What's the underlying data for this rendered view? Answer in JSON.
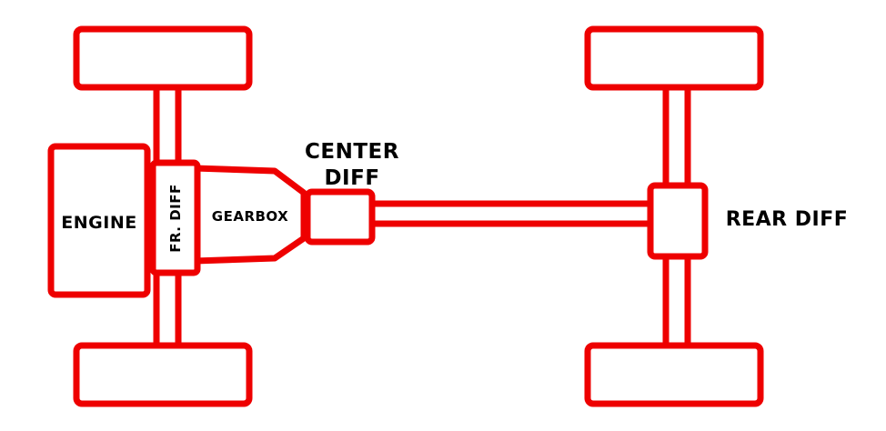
{
  "labels": {
    "engine": "ENGINE",
    "front_diff": "FR. DIFF",
    "gearbox": "GEARBOX",
    "center_diff_line1": "CENTER",
    "center_diff_line2": "DIFF",
    "rear_diff": "REAR DIFF"
  },
  "colors": {
    "outline": "#ee0000",
    "fill": "#ffffff",
    "text": "#000000"
  }
}
